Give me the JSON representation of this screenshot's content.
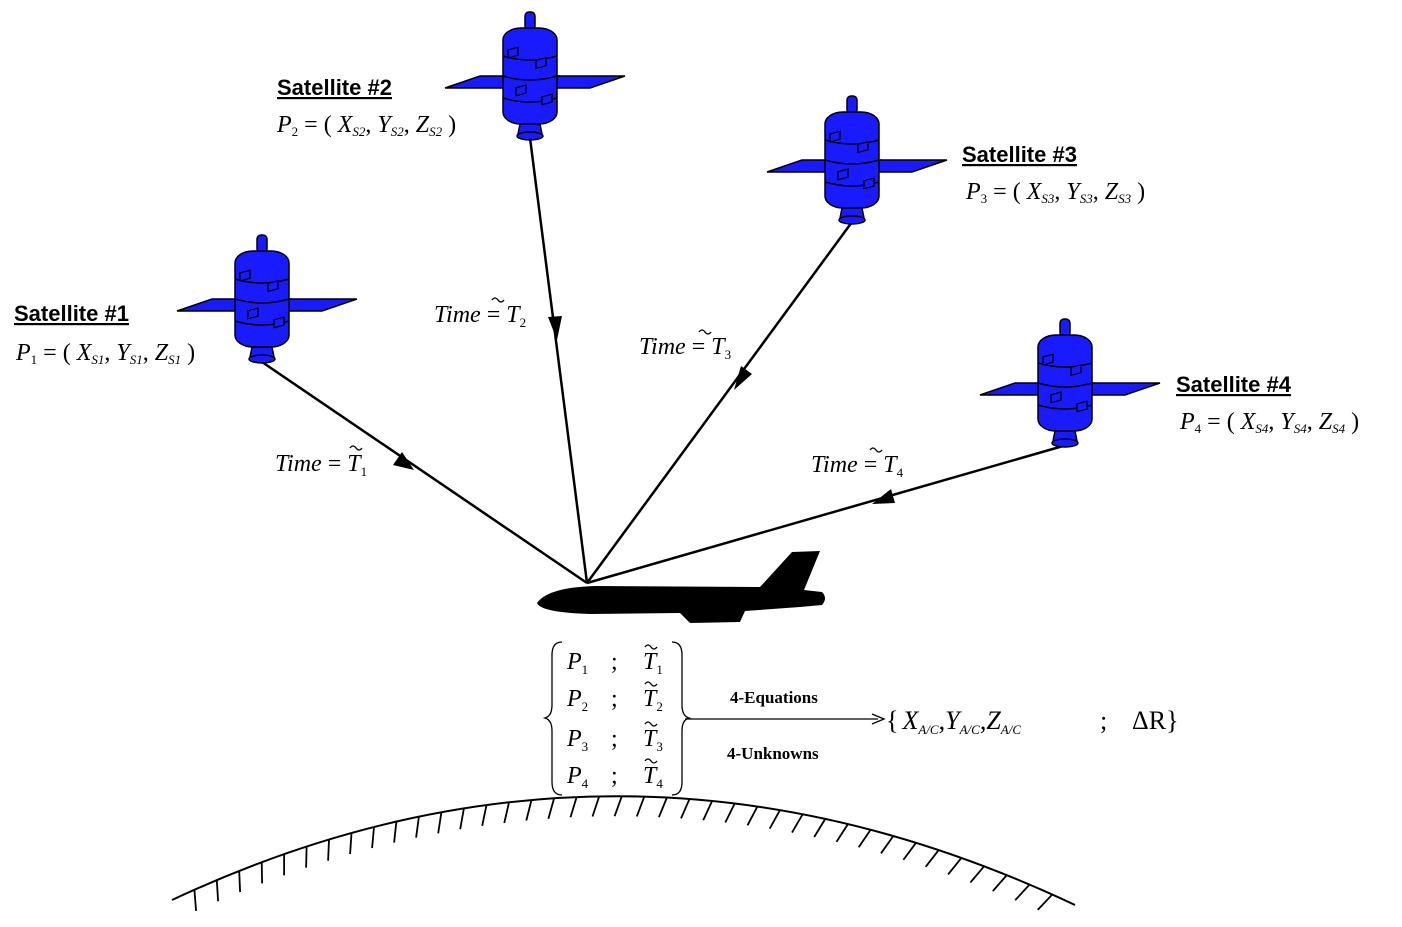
{
  "satellites": [
    {
      "title": "Satellite #1",
      "p": "P",
      "p_sub": "1",
      "x": "X",
      "xs": "S1",
      "y": "Y",
      "ys": "S1",
      "z": "Z",
      "zs": "S1",
      "time_label": "Time",
      "t": "T",
      "t_sub": "1"
    },
    {
      "title": "Satellite #2",
      "p": "P",
      "p_sub": "2",
      "x": "X",
      "xs": "S2",
      "y": "Y",
      "ys": "S2",
      "z": "Z",
      "zs": "S2",
      "time_label": "Time",
      "t": "T",
      "t_sub": "2"
    },
    {
      "title": "Satellite #3",
      "p": "P",
      "p_sub": "3",
      "x": "X",
      "xs": "S3",
      "y": "Y",
      "ys": "S3",
      "z": "Z",
      "zs": "S3",
      "time_label": "Time",
      "t": "T",
      "t_sub": "3"
    },
    {
      "title": "Satellite #4",
      "p": "P",
      "p_sub": "4",
      "x": "X",
      "xs": "S4",
      "y": "Y",
      "ys": "S4",
      "z": "Z",
      "zs": "S4",
      "time_label": "Time",
      "t": "T",
      "t_sub": "4"
    }
  ],
  "matrix": {
    "rows": [
      {
        "p": "P",
        "p_sub": "1",
        "sep": ";",
        "t": "T",
        "t_sub": "1"
      },
      {
        "p": "P",
        "p_sub": "2",
        "sep": ";",
        "t": "T",
        "t_sub": "2"
      },
      {
        "p": "P",
        "p_sub": "3",
        "sep": ";",
        "t": "T",
        "t_sub": "3"
      },
      {
        "p": "P",
        "p_sub": "4",
        "sep": ";",
        "t": "T",
        "t_sub": "4"
      }
    ]
  },
  "arrow": {
    "top_label": "4-Equations",
    "bottom_label": "4-Unknowns"
  },
  "result": {
    "x": "X",
    "y": "Y",
    "z": "Z",
    "sub": "A/C",
    "sep": ";",
    "delta": "ΔR"
  },
  "colors": {
    "satellite_body": "#1a1aff",
    "outline": "#000000",
    "aircraft": "#000000"
  }
}
